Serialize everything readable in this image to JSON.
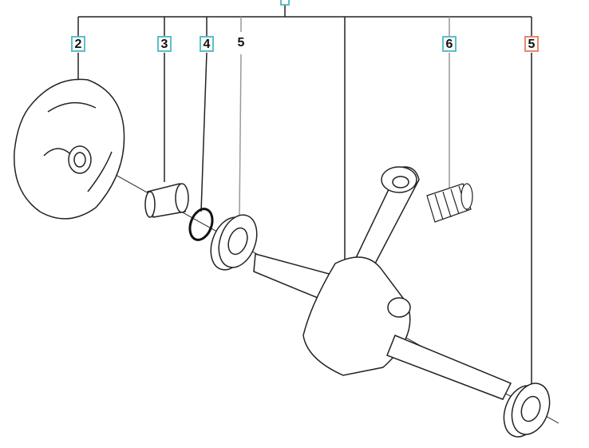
{
  "diagram": {
    "labels": [
      {
        "id": "l2",
        "text": "2",
        "style": "teal"
      },
      {
        "id": "l3",
        "text": "3",
        "style": "teal"
      },
      {
        "id": "l4",
        "text": "4",
        "style": "teal"
      },
      {
        "id": "l5a",
        "text": "5",
        "style": "plain"
      },
      {
        "id": "l6",
        "text": "6",
        "style": "teal"
      },
      {
        "id": "l5b",
        "text": "5",
        "style": "orange"
      }
    ],
    "colors": {
      "teal": "#5bbfc8",
      "orange": "#e8876e",
      "line": "#222222"
    }
  }
}
